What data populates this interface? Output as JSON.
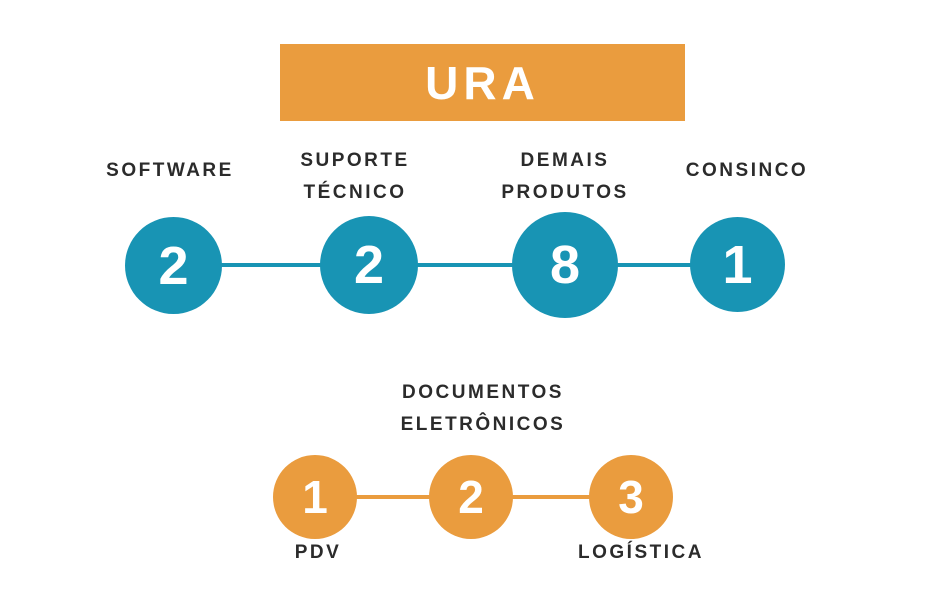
{
  "banner": {
    "label": "URA"
  },
  "colors": {
    "orange": "#EA9C3E",
    "teal": "#1894B4",
    "text": "#2B2B2B",
    "background": "#FFFFFF"
  },
  "ura_chain": {
    "nodes": [
      {
        "label_line1": "SOFTWARE",
        "value": "2"
      },
      {
        "label_line1": "SUPORTE",
        "label_line2": "TÉCNICO",
        "value": "2"
      },
      {
        "label_line1": "DEMAIS",
        "label_line2": "PRODUTOS",
        "value": "8"
      },
      {
        "label_line1": "CONSINCO",
        "value": "1"
      }
    ]
  },
  "secondary_chain": {
    "label_above_line1": "DOCUMENTOS",
    "label_above_line2": "ELETRÔNICOS",
    "nodes": [
      {
        "label_below": "PDV",
        "value": "1"
      },
      {
        "value": "2"
      },
      {
        "label_below": "LOGÍSTICA",
        "value": "3"
      }
    ]
  }
}
